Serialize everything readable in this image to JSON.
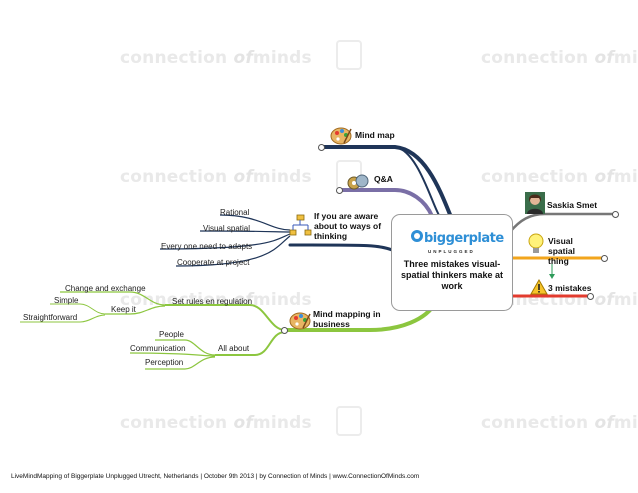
{
  "watermark": {
    "brand_text": "connection",
    "brand_of": "of",
    "brand_minds": "minds"
  },
  "center": {
    "logo_text": "biggerplate",
    "logo_sub": "UNPLUGGED",
    "title": "Three mistakes visual-spatial thinkers make at work"
  },
  "branches": {
    "mind_map": "Mind map",
    "qa": "Q&A",
    "if_you_are_aware": "If you are aware about to ways of thinking",
    "mind_mapping": "Mind mapping in business",
    "saskia": "Saskia Smet",
    "visual_spatial_thing": "Visual spatial thing",
    "three_mistakes": "3 mistakes"
  },
  "aware_children": [
    "Rational",
    "Visual spatial",
    "Every one need to adapts",
    "Cooperate at project"
  ],
  "business": {
    "rules": "Set rules en regulation",
    "change": "Change and exchange",
    "keep_it": "Keep it",
    "simple": "Simple",
    "straightforward": "Straightforward",
    "all_about": "All about",
    "people": "People",
    "communication": "Communication",
    "perception": "Perception"
  },
  "footer": "LiveMindMapping  of  Biggerplate  Unplugged  Utrecht,  Netherlands  |  October  9th  2013  |  by  Connection  of  Minds  |  www.ConnectionOfMinds.com",
  "colors": {
    "mind_map_branch": "#1f3558",
    "qa_branch": "#7a6fa6",
    "aware_branch": "#1f3558",
    "business_branch": "#8cc63f",
    "saskia_branch": "#777777",
    "visual_branch": "#f2a51c",
    "mistakes_branch": "#e33b2e"
  }
}
